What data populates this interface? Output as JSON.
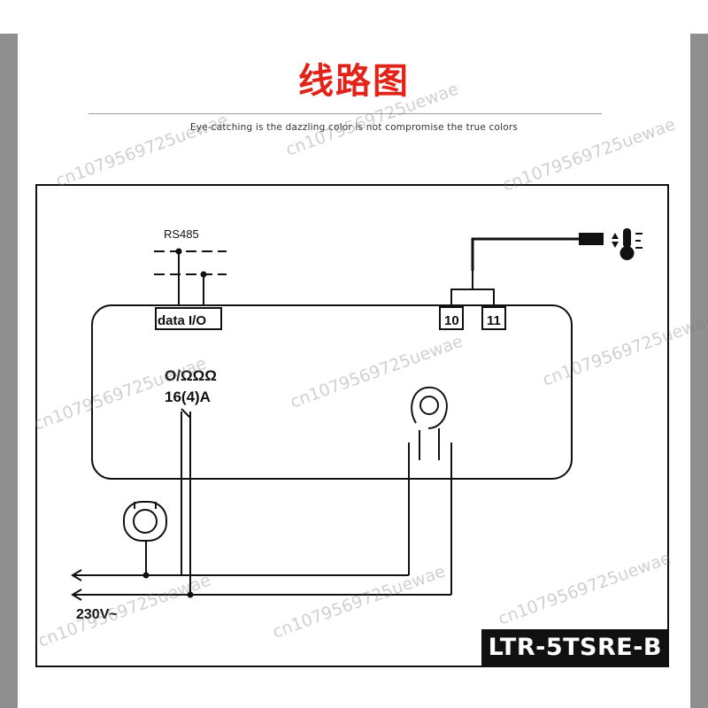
{
  "header": {
    "title": "线路图",
    "subtitle": "Eye-catching is the dazzling color is not compromise the true colors"
  },
  "diagram": {
    "rs485_label": "RS485",
    "data_io_label": "data I/O",
    "terminal_10": "10",
    "terminal_11": "11",
    "relay_label_1": "O/ΩΩΩ",
    "relay_label_2": "16(4)A",
    "supply_label": "230V~"
  },
  "model_tag": "LTR-5TSRE-B",
  "watermark_text": "cn1079569725uewae",
  "colors": {
    "title": "#e2231a",
    "line": "#111111",
    "tag_bg": "#111111"
  }
}
